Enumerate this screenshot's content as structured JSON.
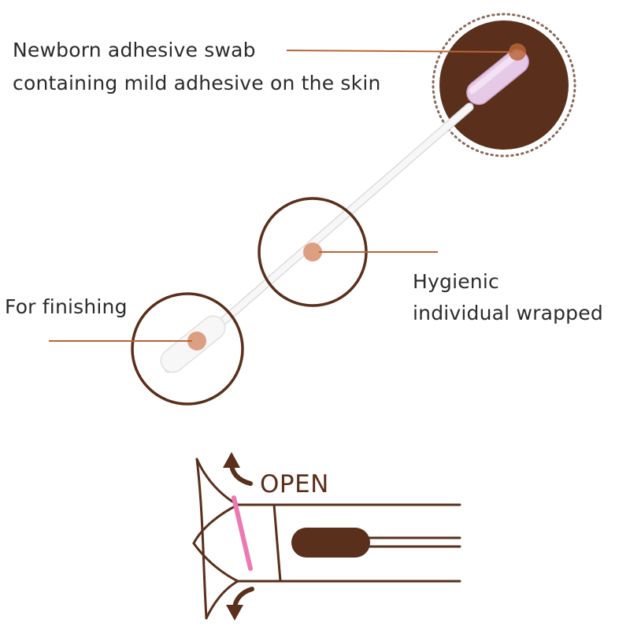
{
  "labels": {
    "swab_line1": "Newborn adhesive swab",
    "swab_line2": "containing mild adhesive on the skin",
    "finishing": "For finishing",
    "hygienic_line1": "Hygienic",
    "hygienic_line2": "individual wrapped"
  },
  "package": {
    "open_label": "OPEN"
  },
  "colors": {
    "dark_brown": "#5a2f1b",
    "leader_line": "#b8653a",
    "dot": "#dc9f82",
    "pink_tip": "#e6c9e6",
    "tear_strip": "#ec79b4"
  }
}
